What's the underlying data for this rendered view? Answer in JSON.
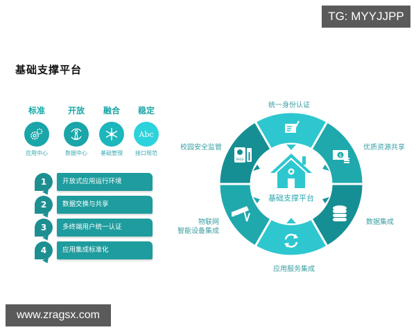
{
  "watermarks": {
    "top": "TG: MYYJJPP",
    "bottom": "www.zragsx.com"
  },
  "title": "基础支撑平台",
  "features": [
    {
      "head": "标准",
      "label": "应用中心",
      "icon": "gears-icon",
      "color": "#1aa5a8"
    },
    {
      "head": "开放",
      "label": "数据中心",
      "icon": "person-cycle-icon",
      "color": "#1aa5a8"
    },
    {
      "head": "融合",
      "label": "基础管理",
      "icon": "snowflake-icon",
      "color": "#1cb6bc"
    },
    {
      "head": "稳定",
      "label": "接口规范",
      "icon": "abc-text-icon",
      "glyph": "Abc",
      "color": "#2cd3dc"
    }
  ],
  "steps": [
    {
      "num": "1",
      "label": "开放式应用运行环境"
    },
    {
      "num": "2",
      "label": "数据交换与共享"
    },
    {
      "num": "3",
      "label": "多终端用户统一认证"
    },
    {
      "num": "4",
      "label": "应用集成标准化"
    }
  ],
  "ring": {
    "center_label": "基础支撑平台",
    "segments": [
      {
        "label": "统一身份认证",
        "icon": "document-pen-icon",
        "color": "#2ec7cf"
      },
      {
        "label": "优质资源共享",
        "icon": "money-icon",
        "color": "#1fa9ad"
      },
      {
        "label": "数据集成",
        "icon": "database-icon",
        "color": "#168f94"
      },
      {
        "label": "应用服务集成",
        "icon": "refresh-icon",
        "color": "#2ec7cf"
      },
      {
        "label_line1": "物联网",
        "label_line2": "智能设备集成",
        "icon": "camera-icon",
        "color": "#1fa9ad"
      },
      {
        "label": "校园安全监管",
        "icon": "passport-icon",
        "color": "#168f94"
      }
    ]
  }
}
